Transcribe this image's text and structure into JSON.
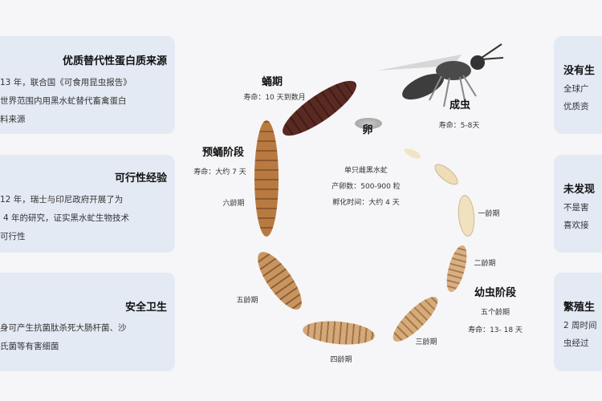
{
  "left_cards": [
    {
      "title": "优质替代性蛋白质来源",
      "lines": [
        "13 年，联合国《可食用昆虫报告》",
        "世界范围内用黑水虻替代畜禽蛋白",
        "料来源"
      ]
    },
    {
      "title": "可行性经验",
      "lines": [
        "12 年，瑞士与印尼政府开展了为",
        "4 年的研究，证实黑水虻生物技术",
        "可行性"
      ]
    },
    {
      "title": "安全卫生",
      "lines": [
        "身可产生抗菌肽杀死大肠杆菌、沙",
        "氏菌等有害细菌"
      ]
    }
  ],
  "right_cards": [
    {
      "title": "没有生",
      "lines": [
        "全球广",
        "优质资"
      ]
    },
    {
      "title": "未发现",
      "lines": [
        "不是害",
        "喜欢接"
      ]
    },
    {
      "title": "繁殖生",
      "lines": [
        "2 周时间",
        "虫经过"
      ]
    }
  ],
  "lifecycle": {
    "pupa": {
      "title": "蛹期",
      "life": "寿命：10 天到数月"
    },
    "prepupa": {
      "title": "预蛹阶段",
      "life": "寿命：大约 7 天"
    },
    "egg": {
      "title": "卵",
      "line1": "单只雌黑水虻",
      "line2": "产卵数：500-900 粒",
      "line3": "孵化时间：大约 4 天"
    },
    "adult": {
      "title": "成虫",
      "life": "寿命：5-8天"
    },
    "larva": {
      "title": "幼虫阶段",
      "line1": "五个龄期",
      "life": "寿命：13- 18 天"
    },
    "instars": [
      "一龄期",
      "二龄期",
      "三龄期",
      "四龄期",
      "五龄期",
      "六龄期"
    ]
  },
  "colors": {
    "card": "#e4eaf4",
    "pupa": "#5a2a22",
    "larva": "#c08850",
    "young_larva": "#f0e2bf"
  }
}
